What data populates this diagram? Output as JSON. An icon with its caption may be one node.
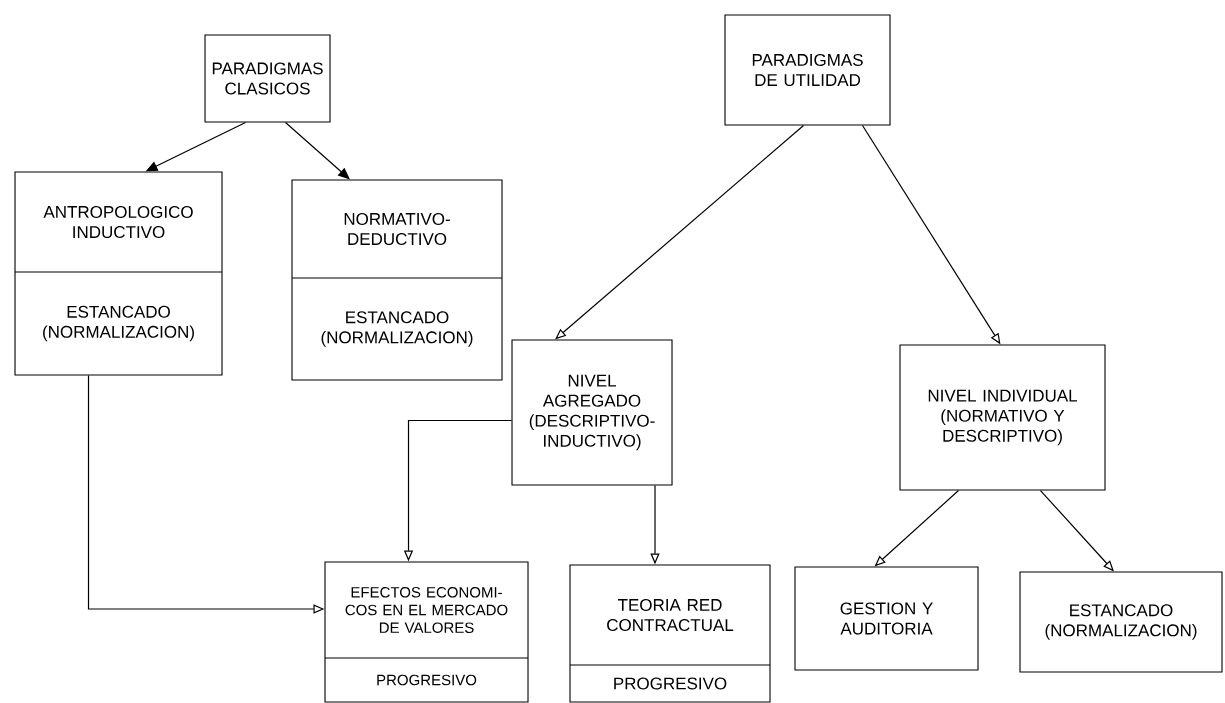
{
  "diagram": {
    "nodes": [
      {
        "text": [
          "PARADIGMAS CLASICOS"
        ]
      },
      {
        "text": [
          "PARADIGMAS DE UTILIDAD"
        ]
      },
      {
        "text": [
          "ANTROPOLOGICO INDUCTIVO",
          "ESTANCADO (NORMALIZACION)"
        ]
      },
      {
        "text": [
          "NORMATIVO-DEDUCTIVO",
          "ESTANCADO (NORMALIZACION)"
        ]
      },
      {
        "text": [
          "NIVEL AGREGADO (DESCRIPTIVO-INDUCTIVO)"
        ]
      },
      {
        "text": [
          "NIVEL INDIVIDUAL (NORMATIVO Y DESCRIPTIVO)"
        ]
      },
      {
        "text": [
          "EFECTOS ECONOMI-COS EN EL MERCADO DE VALORES",
          "PROGRESIVO"
        ]
      },
      {
        "text": [
          "TEORIA RED CONTRACTUAL",
          "PROGRESIVO"
        ]
      },
      {
        "text": [
          "GESTION Y AUDITORIA"
        ]
      },
      {
        "text": [
          "ESTANCADO (NORMALIZACION)"
        ]
      }
    ],
    "edges": [
      {
        "from": 0,
        "to": 2,
        "arrow": "to"
      },
      {
        "from": 0,
        "to": 3,
        "arrow": "to"
      },
      {
        "from": 1,
        "to": 4,
        "arrow": "to"
      },
      {
        "from": 1,
        "to": 5,
        "arrow": "to"
      },
      {
        "from": 4,
        "to": 6,
        "arrow": "to"
      },
      {
        "from": 4,
        "to": 7,
        "arrow": "to"
      },
      {
        "from": 2,
        "to": 6,
        "arrow": "to"
      },
      {
        "from": 5,
        "to": 8,
        "arrow": "to"
      },
      {
        "from": 5,
        "to": 9,
        "arrow": "to"
      }
    ]
  }
}
